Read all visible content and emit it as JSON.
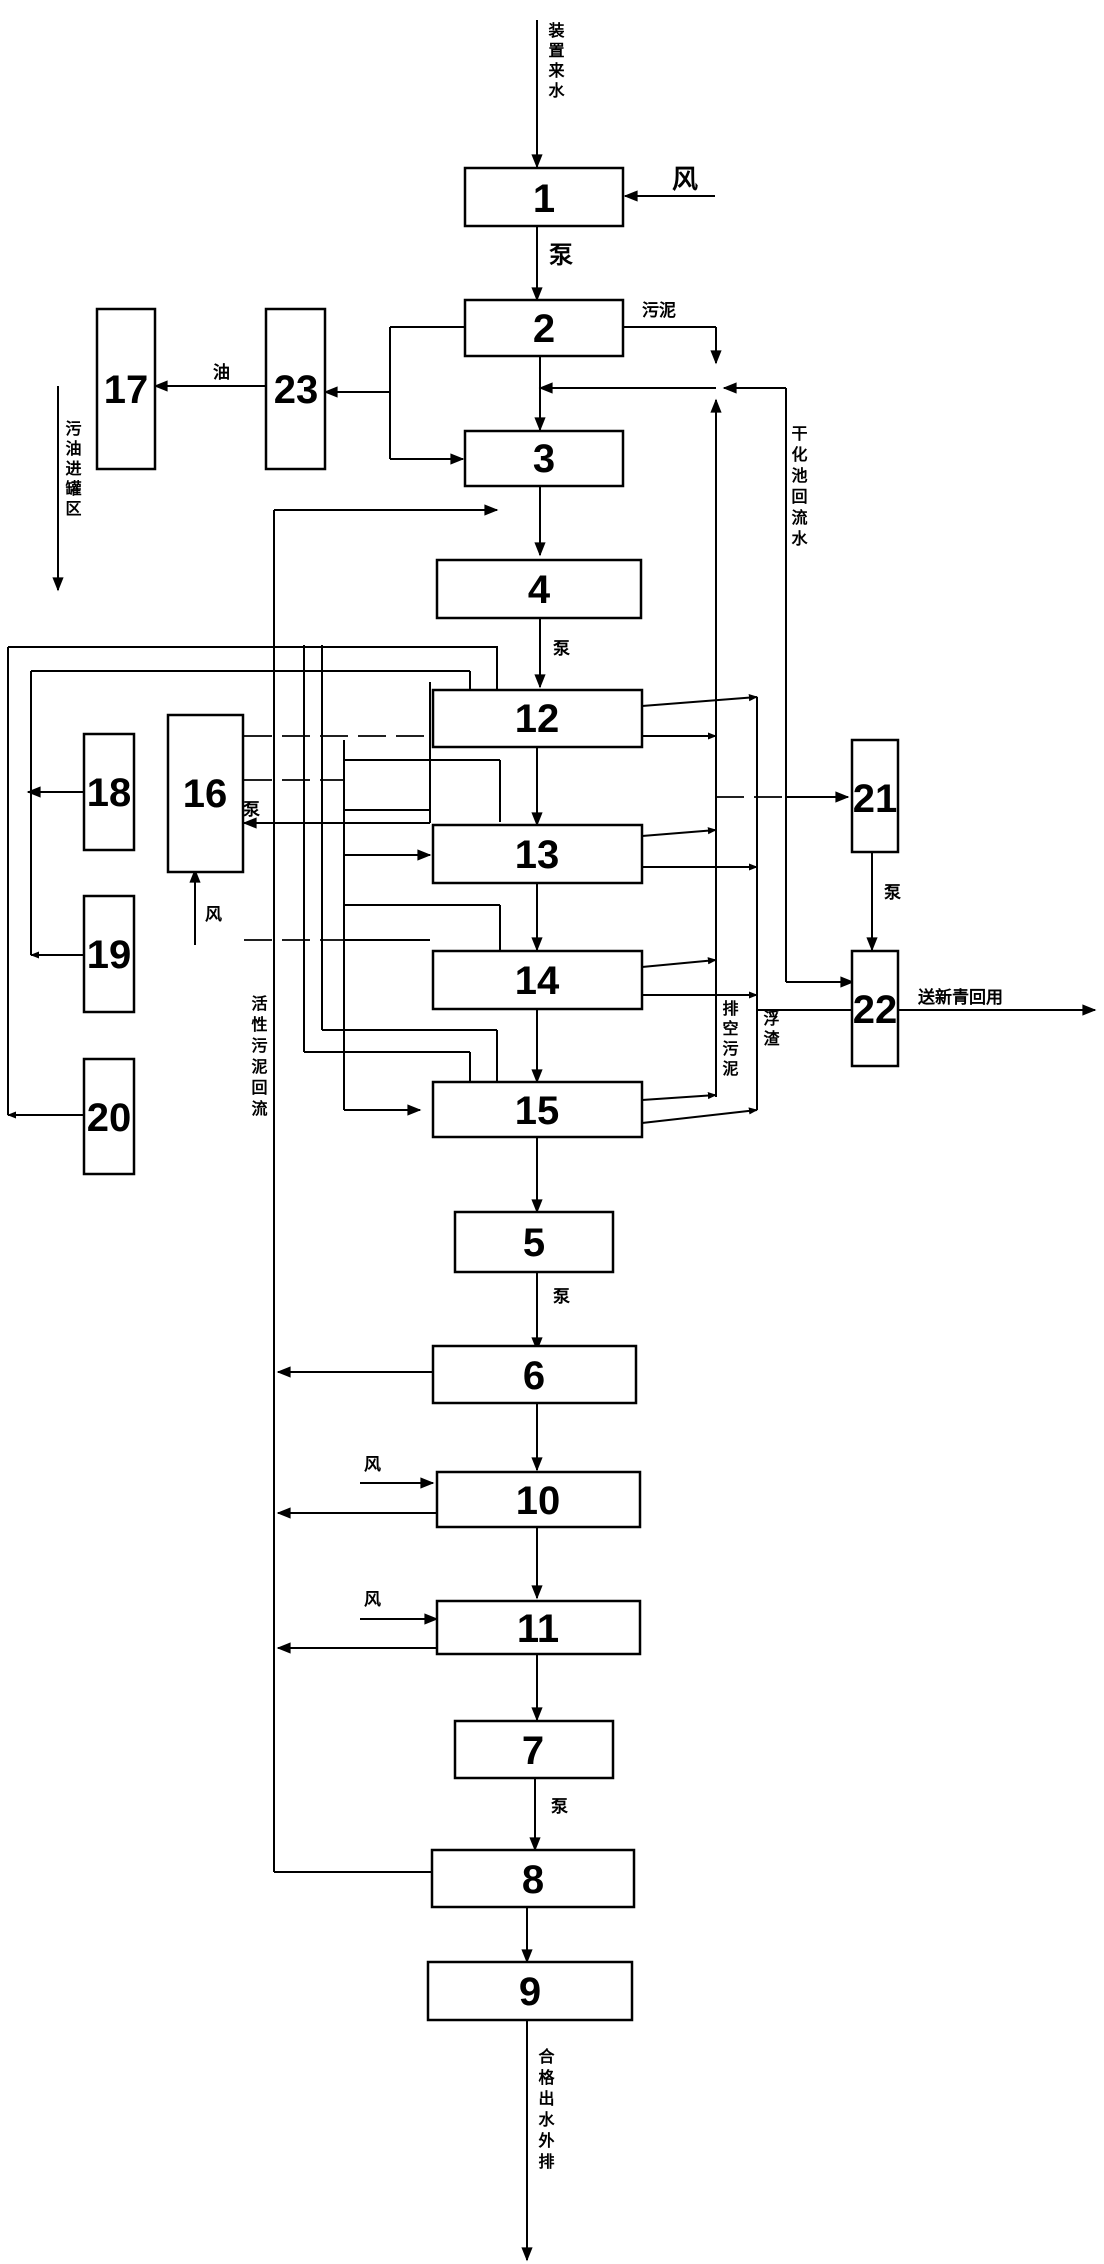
{
  "boxes": {
    "b1": "1",
    "b2": "2",
    "b3": "3",
    "b4": "4",
    "b5": "5",
    "b6": "6",
    "b7": "7",
    "b8": "8",
    "b9": "9",
    "b10": "10",
    "b11": "11",
    "b12": "12",
    "b13": "13",
    "b14": "14",
    "b15": "15",
    "b16": "16",
    "b17": "17",
    "b18": "18",
    "b19": "19",
    "b20": "20",
    "b21": "21",
    "b22": "22",
    "b23": "23"
  },
  "labels": {
    "inflow": "装置来水",
    "wind": "风",
    "pump": "泵",
    "sludge": "污泥",
    "oil": "油",
    "oil_to_tank": "污油进罐区",
    "dry_return": "干化池回流水",
    "active_sludge_return": "活性污泥回流",
    "excess_sludge": "排空污泥",
    "scum": "浮渣",
    "to_reuse": "送新青回用",
    "discharge": "合格出水外排"
  }
}
